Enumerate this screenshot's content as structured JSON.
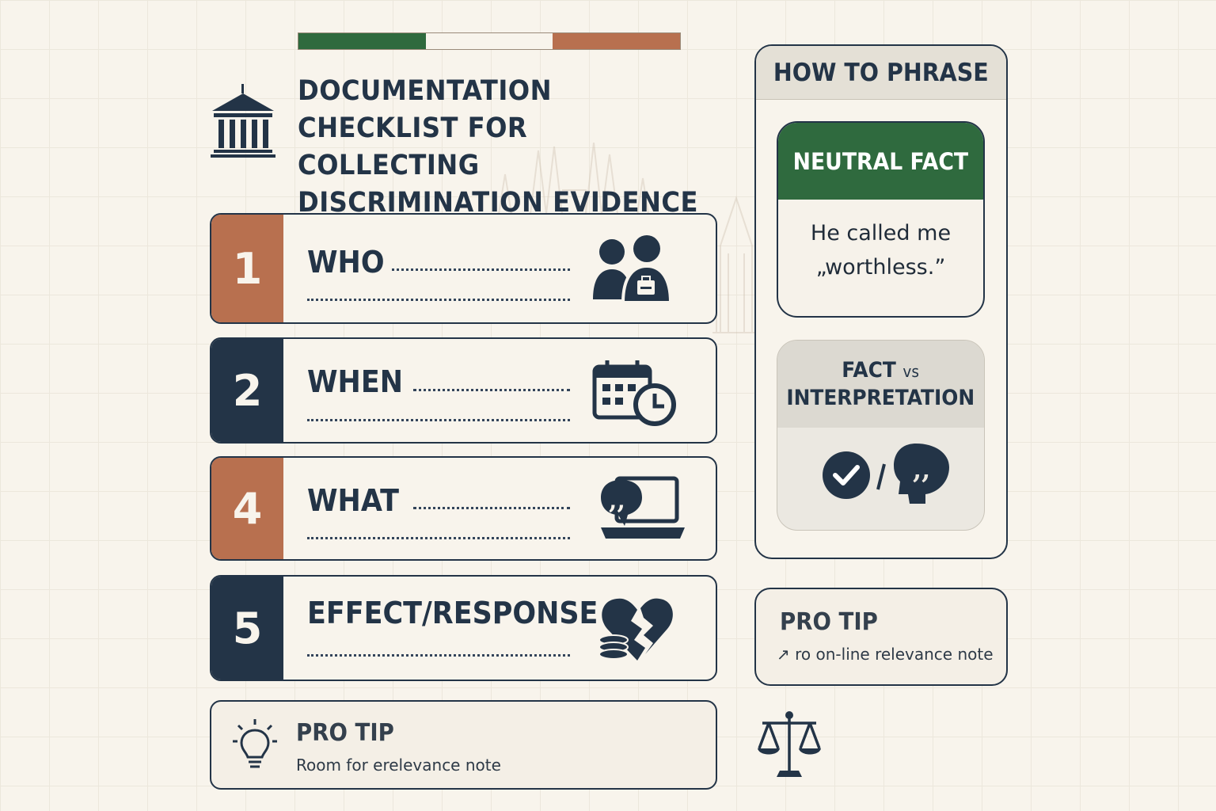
{
  "header": {
    "title": "DOCUMENTATION CHECKLIST FOR COLLECTING DISCRIMINATION EVIDENCE",
    "flag_colors": [
      "#2f6a3e",
      "#f8f4ec",
      "#b8704f"
    ]
  },
  "checklist": [
    {
      "number": "1",
      "label": "WHO",
      "icon": "people-badge-icon",
      "color": "#b8704f"
    },
    {
      "number": "2",
      "label": "WHEN",
      "icon": "calendar-clock-icon",
      "color": "#233447"
    },
    {
      "number": "4",
      "label": "WHAT",
      "icon": "laptop-quote-icon",
      "color": "#b8704f"
    },
    {
      "number": "5",
      "label": "EFFECT/RESPONSE",
      "icon": "broken-heart-coins-icon",
      "color": "#233447"
    }
  ],
  "pro_tip": {
    "title": "PRO TIP",
    "text": "Room for erelevance note",
    "icon": "lightbulb-icon"
  },
  "phrase_panel": {
    "title": "HOW TO PHRASE",
    "neutral_fact": {
      "title": "NEUTRAL FACT",
      "line1": "He called me",
      "line2": "„worthless.”"
    },
    "fact_vs": {
      "line1_a": "FACT",
      "line1_b": "vs",
      "line2": "INTERPRETATION",
      "icons": [
        "check-circle-icon",
        "thought-head-icon"
      ]
    }
  },
  "side_tip": {
    "title": "PRO TIP",
    "text": "ro on-line relevance note",
    "prefix": "↗"
  },
  "colors": {
    "navy": "#233447",
    "terracotta": "#b8704f",
    "green": "#2f6a3e",
    "background": "#f8f4ec"
  }
}
